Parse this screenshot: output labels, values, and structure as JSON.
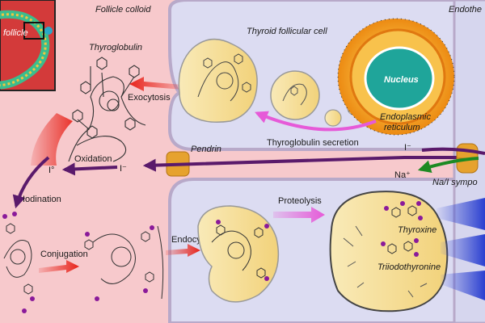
{
  "labels": {
    "follicle_inset": "follicle",
    "follicle_colloid": "Follicle colloid",
    "endothelium": "Endothe",
    "thyroid_cell": "Thyroid follicular cell",
    "thyroglobulin": "Thyroglobulin",
    "exocytosis": "Exocytosis",
    "nucleus": "Nucleus",
    "er_line1": "Endoplasmic",
    "er_line2": "reticulum",
    "tg_secretion": "Thyroglobulin secretion",
    "pendrin": "Pendrin",
    "oxidation": "Oxidation",
    "iodine": "I°",
    "iodide_left": "I⁻",
    "iodide_right": "I⁻",
    "sodium": "Na⁺",
    "symporter": "Na/I sympo",
    "iodination": "Iodination",
    "conjugation": "Conjugation",
    "endocytosis": "Endocytosis",
    "proteolysis": "Proteolysis",
    "thyroxine": "Thyroxine",
    "triiodothyronine": "Triiodothyronine"
  },
  "colors": {
    "colloid": "#f7c9cc",
    "cytoplasm": "#dcdcf2",
    "vesicle": "#f6e3a4",
    "nucleus": "#1fa59a",
    "er": "#f2a21a",
    "red_arrow": "#e8231a",
    "purple_arrow": "#5a1a6b",
    "magenta_arrow": "#e65ad8",
    "green_arrow": "#1d8a22",
    "channel": "#e6a22e",
    "blue_band": "#3a4fd6"
  }
}
